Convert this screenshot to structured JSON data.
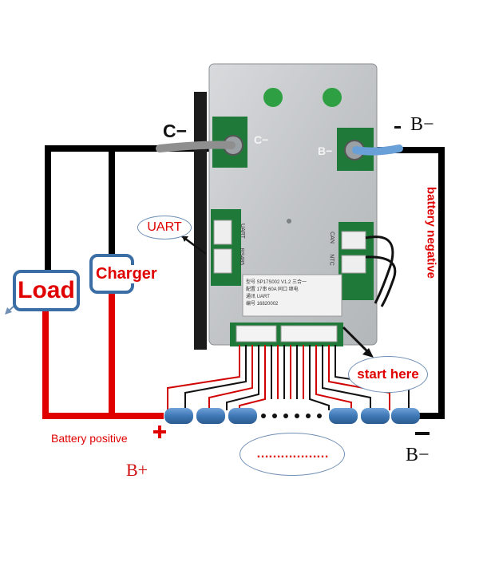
{
  "labels": {
    "c_minus": "C−",
    "b_minus_top": "B−",
    "b_minus_bottom": "B−",
    "b_plus": "B+",
    "battery_negative": "battery negative",
    "battery_positive": "Battery positive",
    "load": "Load",
    "charger": "Charger",
    "uart": "UART",
    "start_here": "start here",
    "dots": "………………",
    "plus_sign": "+",
    "minus_sign": "−"
  },
  "board": {
    "c_minus_silk": "C−",
    "b_minus_silk": "B−",
    "uart_silk": "UART",
    "rs485_silk": "RS485",
    "can_silk": "CAN",
    "ntc_silk": "NTC",
    "label_lines": [
      "型号 SP17S002 V1.2 三合一",
      "配置 17串 60A 同口 继电",
      "通讯 UART",
      "编号 16820002"
    ]
  },
  "colors": {
    "positive_wire": "#e00000",
    "negative_wire": "#000000",
    "label_red": "#e00000",
    "box_border": "#3a6ea5",
    "oval_border": "#6f8fb5",
    "board_green": "#1f7a3a",
    "board_metal": "#c9cccf",
    "cell_blue": "#3f78b6"
  }
}
